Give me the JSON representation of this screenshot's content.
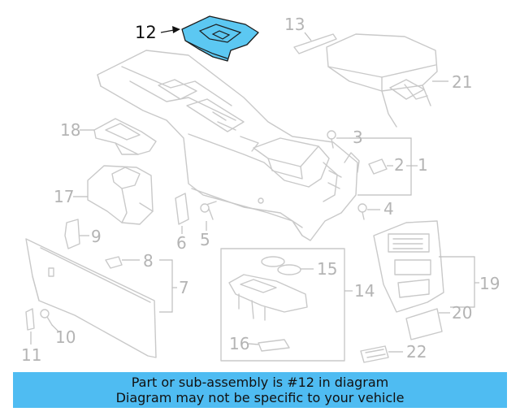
{
  "highlight": {
    "part_number": "12",
    "color": "#5cc8f2"
  },
  "callouts": {
    "c1": "1",
    "c2": "2",
    "c3": "3",
    "c4": "4",
    "c5": "5",
    "c6": "6",
    "c7": "7",
    "c8": "8",
    "c9": "9",
    "c10": "10",
    "c11": "11",
    "c12": "12",
    "c13": "13",
    "c14": "14",
    "c15": "15",
    "c16": "16",
    "c17": "17",
    "c18": "18",
    "c19": "19",
    "c20": "20",
    "c21": "21",
    "c22": "22"
  },
  "banner": {
    "line1": "Part or sub-assembly is #12 in diagram",
    "line2": "Diagram may not be specific to your vehicle",
    "background": "#4fbcf2"
  }
}
